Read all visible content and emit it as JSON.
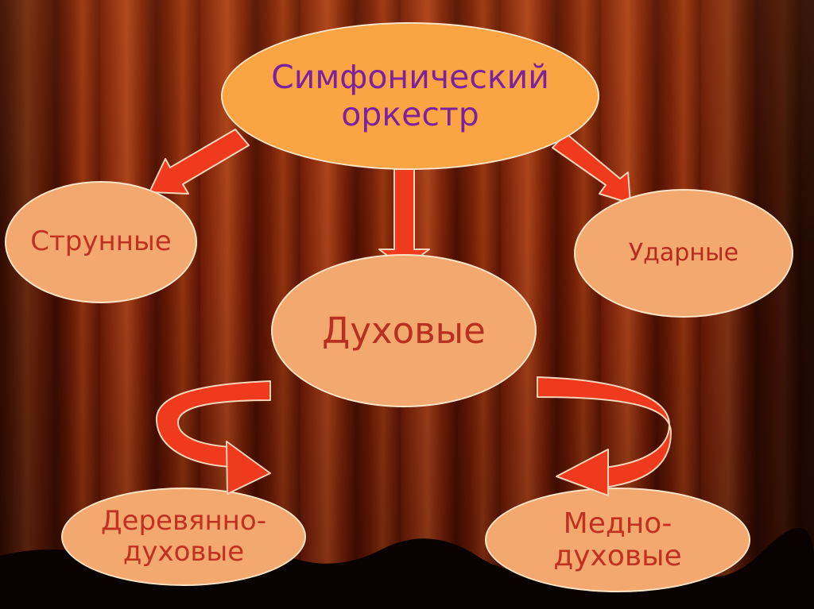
{
  "diagram": {
    "root": {
      "line1": "Симфонический",
      "line2": "оркестр"
    },
    "strings": {
      "label": "Струнные"
    },
    "percussion": {
      "label": "Ударные"
    },
    "winds": {
      "label": "Духовые"
    },
    "woodwind": {
      "line1": "Деревянно-",
      "line2": "духовые"
    },
    "brass": {
      "line1": "Медно-",
      "line2": "духовые"
    }
  },
  "colors": {
    "root_fill": "#fba443",
    "root_text": "#7d229c",
    "node_fill": "#f3a870",
    "node_text": "#c0311f",
    "arrow": "#ef3a1d"
  }
}
